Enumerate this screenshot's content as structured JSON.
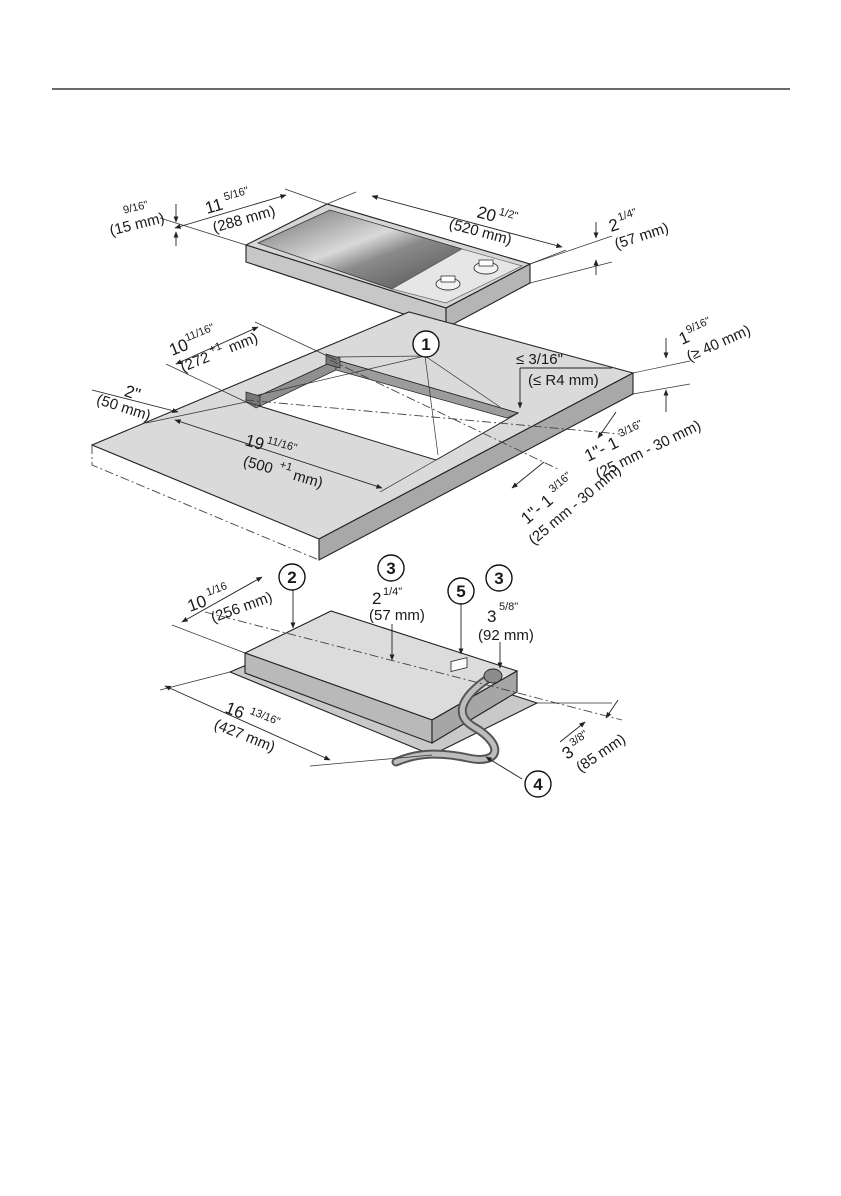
{
  "callouts": {
    "c1": "1",
    "c2": "2",
    "c3a": "3",
    "c3b": "3",
    "c4": "4",
    "c5": "5"
  },
  "appliance": {
    "depth": {
      "whole": "11",
      "frac": "5/16\"",
      "mm": "(288 mm)"
    },
    "width": {
      "whole": "20",
      "frac": "1/2\"",
      "mm": "(520 mm)"
    },
    "height": {
      "whole": "2",
      "frac": "1/4\"",
      "mm": "(57 mm)"
    },
    "rim": {
      "frac": "9/16\"",
      "mm": "(15 mm)"
    }
  },
  "cutout": {
    "depth": {
      "whole": "10",
      "frac": "11/16\"",
      "mm_main": "(272",
      "mm_tol": "+1",
      "mm_unit": "mm)"
    },
    "width": {
      "whole": "19",
      "frac": "11/16\"",
      "mm_main": "(500",
      "mm_tol": "+1",
      "mm_unit": "mm)"
    },
    "front": {
      "whole": "2\"",
      "mm": "(50 mm)"
    },
    "radius": {
      "inch": "≤ 3/16\"",
      "mm": "(≤ R4 mm)"
    },
    "thickness": {
      "whole": "1",
      "frac": "9/16\"",
      "mm": "(≥ 40 mm)"
    },
    "clearance_side": {
      "text": "1\"- 1",
      "frac": "3/16\"",
      "mm": "(25 mm - 30 mm)"
    },
    "clearance_rear": {
      "text": "1\"- 1",
      "frac": "3/16\"",
      "mm": "(25 mm - 30 mm)"
    }
  },
  "underside": {
    "depth": {
      "whole": "10",
      "frac": "1/16",
      "mm": "(256 mm)"
    },
    "height": {
      "whole": "2",
      "frac": "1/4\"",
      "mm": "(57 mm)"
    },
    "connector": {
      "whole": "3",
      "frac": "5/8\"",
      "mm": "(92 mm)"
    },
    "width": {
      "whole": "16",
      "frac": "13/16\"",
      "mm": "(427 mm)"
    },
    "offset": {
      "whole": "3",
      "frac": "3/8\"",
      "mm": "(85 mm)"
    }
  }
}
